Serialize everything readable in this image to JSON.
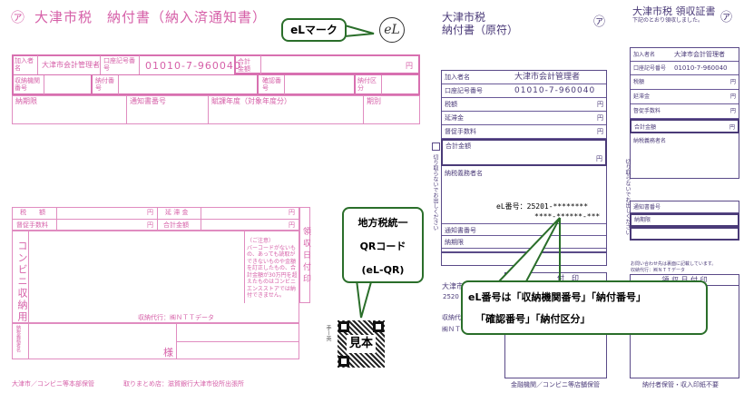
{
  "colors": {
    "pink": "#d660a8",
    "purple": "#4a3a78",
    "callout_border": "#2a6e2a"
  },
  "slip_main": {
    "title": "大津市税　納付書（納入済通知書）",
    "emblem_icon": "㋐",
    "row1": {
      "payer_label": "加入者名",
      "payer_value": "大津市会計管理者",
      "account_label": "口座記号番号",
      "account_value": "01010-7-960040",
      "total_label": "合計金額",
      "yen": "円"
    },
    "row2": {
      "agency_label": "収納機関番号",
      "pay_no_label": "納付番号",
      "confirm_label": "確認番号",
      "division_label": "納付区分"
    },
    "row3": {
      "due_label": "納期限",
      "notice_label": "通知書番号",
      "year_label": "賦課年度（対象年度分）",
      "period_label": "期別"
    },
    "amounts": {
      "tax_label": "税　　額",
      "late_label": "延 滞 金",
      "fee_label": "督促手数料",
      "total_label": "合計金額",
      "yen": "円"
    },
    "conv_label": "コンビニ収納用",
    "notice_title": "（ご注意）",
    "notice_text": "バーコードがないもの、あっても読取ができないものや金額を訂正したもの、合計金額が30万円を超えたものはコンビニエンスストアでは納付できません。",
    "receipt_stamp": "領収日付印",
    "agent": "収納代行：㈱ＮＴＴデータ",
    "taxpayer_label": "納税義務者名",
    "sama": "様",
    "footer_left": "大津市／コンビニ等本部保管",
    "footer_right": "取りまとめ店：滋賀銀行大津市役所出張所"
  },
  "slip_stub": {
    "title_line1": "大津市税",
    "title_line2": "納付書（原符）",
    "rows": [
      {
        "label": "加入者名",
        "value": "大津市会計管理者"
      },
      {
        "label": "口座記号番号",
        "value": "01010-7-960040"
      },
      {
        "label": "税額",
        "value": "円"
      },
      {
        "label": "延滞金",
        "value": "円"
      },
      {
        "label": "督促手数料",
        "value": "円"
      }
    ],
    "total_label": "合計金額",
    "yen": "円",
    "taxpayer_label": "納税義務者名",
    "el_number_line1": "eL番号：25201-********",
    "el_number_line2": "****-******-***",
    "notice_label": "通知書番号",
    "due_label": "納期限",
    "city_text": "大津市",
    "code_text": "2520",
    "agent_text": "収納代行",
    "agent2_text": "㈱ＮＴ",
    "stamp_label": "付　印",
    "cut_note": "切り取らないでお出しください",
    "footer": "金融機関／コンビニ等店舗保管"
  },
  "slip_receipt": {
    "title": "大津市税 領収証書",
    "subtitle": "下記のとおり領収しました。",
    "rows": [
      {
        "label": "加入者名",
        "value": "大津市会計管理者"
      },
      {
        "label": "口座記号番号",
        "value": "01010-7-960040"
      },
      {
        "label": "税額",
        "value": "円"
      },
      {
        "label": "延滞金",
        "value": "円"
      },
      {
        "label": "督促手数料",
        "value": "円"
      }
    ],
    "total_label": "合計金額",
    "yen": "円",
    "taxpayer_label": "納税義務者名",
    "notice_label": "通知書番号",
    "due_label": "納期限",
    "inquiry": "お問い合わせ先は裏面に記載しています。",
    "agent": "収納代行：㈱ＮＴＴデータ",
    "stamp_label": "領 収 日 付 印",
    "cut_note": "切り取らないでお出しください",
    "footer": "納付者保管・収入印紙不要"
  },
  "callouts": {
    "el_mark": "eLマーク",
    "qr_line1": "地方税統一",
    "qr_line2": "QRコード",
    "qr_line3": "(eL-QR)",
    "el_number_line1": "eL番号は「収納機関番号」「納付番号」",
    "el_number_line2": "「確認番号」「納付区分」"
  },
  "qr": {
    "sample_label": "見本",
    "side_label": "手ー英"
  },
  "el_logo": "eL"
}
